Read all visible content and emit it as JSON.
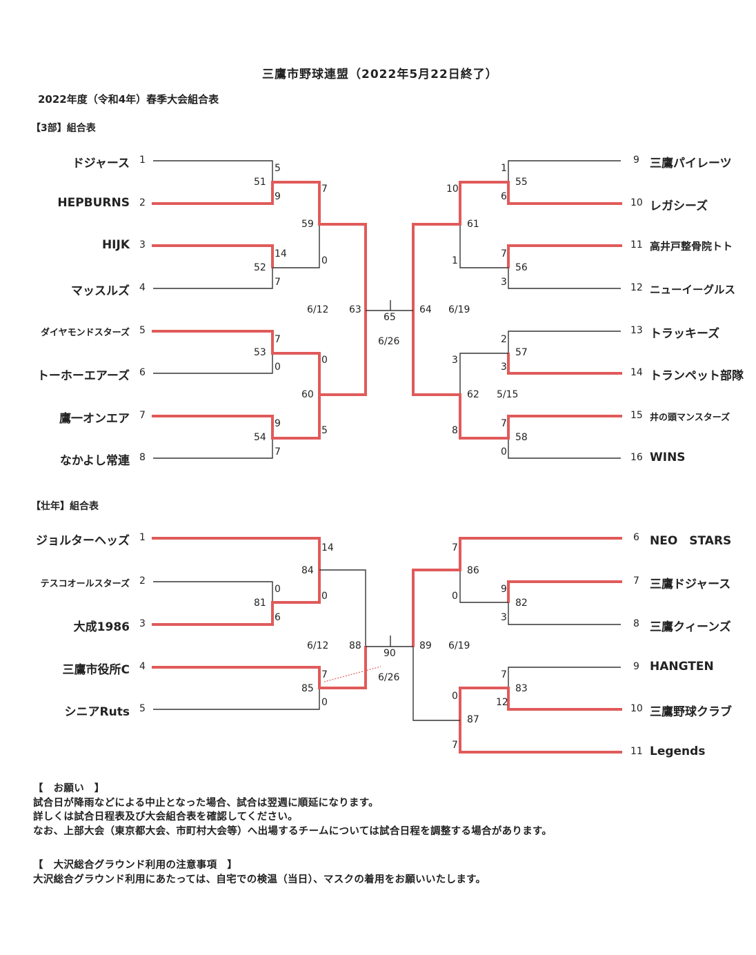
{
  "header": {
    "title": "三鷹市野球連盟（2022年5月22日終了）",
    "subtitle": "2022年度（令和4年）春季大会組合表"
  },
  "div3": {
    "heading": "【3部】組合表",
    "left_teams": [
      {
        "seed": "1",
        "name": "ドジャース"
      },
      {
        "seed": "2",
        "name": "HEPBURNS"
      },
      {
        "seed": "3",
        "name": "HIJK"
      },
      {
        "seed": "4",
        "name": "マッスルズ"
      },
      {
        "seed": "5",
        "name": "ダイヤモンドスターズ"
      },
      {
        "seed": "6",
        "name": "トーホーエアーズ"
      },
      {
        "seed": "7",
        "name": "鷹一オンエア"
      },
      {
        "seed": "8",
        "name": "なかよし常連"
      }
    ],
    "right_teams": [
      {
        "seed": "9",
        "name": "三鷹パイレーツ"
      },
      {
        "seed": "10",
        "name": "レガシーズ"
      },
      {
        "seed": "11",
        "name": "高井戸整骨院トト"
      },
      {
        "seed": "12",
        "name": "ニューイーグルス"
      },
      {
        "seed": "13",
        "name": "トラッキーズ"
      },
      {
        "seed": "14",
        "name": "トランペット部隊"
      },
      {
        "seed": "15",
        "name": "井の頭マンスターズ"
      },
      {
        "seed": "16",
        "name": "WINS"
      }
    ],
    "scores": {
      "s1": "5",
      "s2": "9",
      "g51": "51",
      "s3": "14",
      "s4": "7",
      "g52": "52",
      "s51": "7",
      "s52": "0",
      "g59": "59",
      "s5": "7",
      "s6": "0",
      "g53": "53",
      "s7": "9",
      "s8": "7",
      "g54": "54",
      "s53": "0",
      "s54": "5",
      "g60": "60",
      "s9": "1",
      "s10": "6",
      "g55": "55",
      "s11": "7",
      "s12": "3",
      "g56": "56",
      "s55": "10",
      "s56": "1",
      "g61": "61",
      "s13": "2",
      "s14": "3",
      "g57": "57",
      "s15": "7",
      "s16": "0",
      "g58": "58",
      "s57": "3",
      "s58": "8",
      "g62": "62",
      "g63": "63",
      "g64": "64",
      "g65": "65",
      "d63": "6/12",
      "d64": "6/19",
      "d65": "6/26",
      "d62": "5/15"
    }
  },
  "senior": {
    "heading": "【壮年】組合表",
    "left_teams": [
      {
        "seed": "1",
        "name": "ジョルターヘッズ"
      },
      {
        "seed": "2",
        "name": "テスコオールスターズ"
      },
      {
        "seed": "3",
        "name": "大成1986"
      },
      {
        "seed": "4",
        "name": "三鷹市役所C"
      },
      {
        "seed": "5",
        "name": "シニアRuts"
      }
    ],
    "right_teams": [
      {
        "seed": "6",
        "name": "NEO　STARS"
      },
      {
        "seed": "7",
        "name": "三鷹ドジャース"
      },
      {
        "seed": "8",
        "name": "三鷹クィーンズ"
      },
      {
        "seed": "9",
        "name": "HANGTEN"
      },
      {
        "seed": "10",
        "name": "三鷹野球クラブ"
      },
      {
        "seed": "11",
        "name": "Legends"
      }
    ],
    "scores": {
      "s2": "0",
      "s3": "6",
      "g81": "81",
      "s1": "14",
      "s81": "0",
      "g84": "84",
      "s4": "7",
      "s5": "0",
      "g85": "85",
      "s7": "9",
      "s8": "3",
      "g82": "82",
      "s6": "7",
      "s82": "0",
      "g86": "86",
      "s9": "7",
      "s10": "12",
      "g83": "83",
      "s83": "0",
      "s11": "7",
      "g87": "87",
      "g88": "88",
      "g89": "89",
      "g90": "90",
      "d88": "6/12",
      "d89": "6/19",
      "d90": "6/26"
    }
  },
  "notes": {
    "request_heading": "【　お願い　】",
    "request_lines": [
      "試合日が降雨などによる中止となった場合、試合は翌週に順延になります。",
      "詳しくは試合日程表及び大会組合表を確認してください。",
      "なお、上部大会（東京都大会、市町村大会等）へ出場するチームについては試合日程を調整する場合があります。"
    ],
    "ground_heading": "【　大沢総合グラウンド利用の注意事項　】",
    "ground_lines": [
      "大沢総合グラウンド利用にあたっては、自宅での検温（当日）、マスクの着用をお願いいたします。"
    ]
  },
  "colors": {
    "winner_line": "#e05a5a",
    "line": "#333333"
  }
}
